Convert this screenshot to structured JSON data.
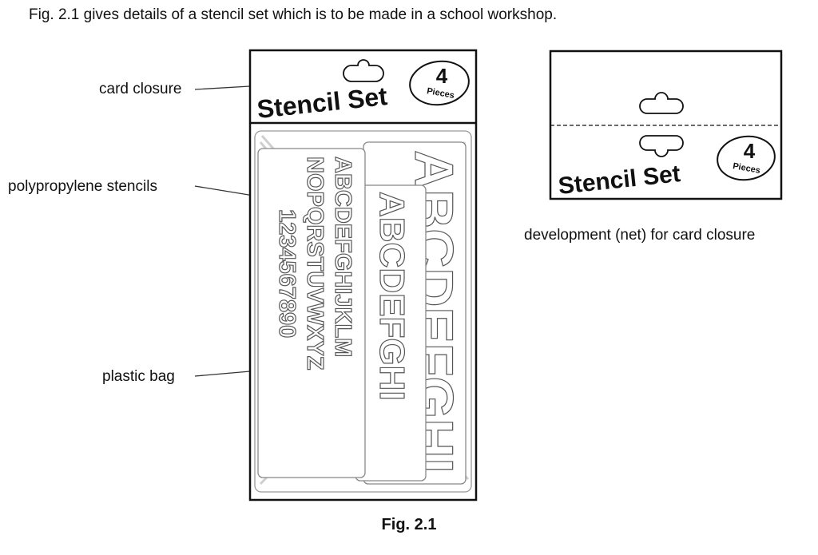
{
  "intro": "Fig. 2.1 gives details of a stencil set which is to be made in a school workshop.",
  "labels": {
    "card_closure": "card closure",
    "polypropylene_stencils": "polypropylene stencils",
    "plastic_bag": "plastic bag",
    "net": "development (net) for card closure"
  },
  "product": {
    "name": "Stencil Set",
    "count": "4",
    "count_unit": "Pieces"
  },
  "stencil_rows": {
    "row1": "ABCDEFGHIJKLM",
    "row2": "NOPQRSTUVWXYZ",
    "row3": "1234567890",
    "large": "ABCDEFGHI"
  },
  "caption": "Fig. 2.1"
}
